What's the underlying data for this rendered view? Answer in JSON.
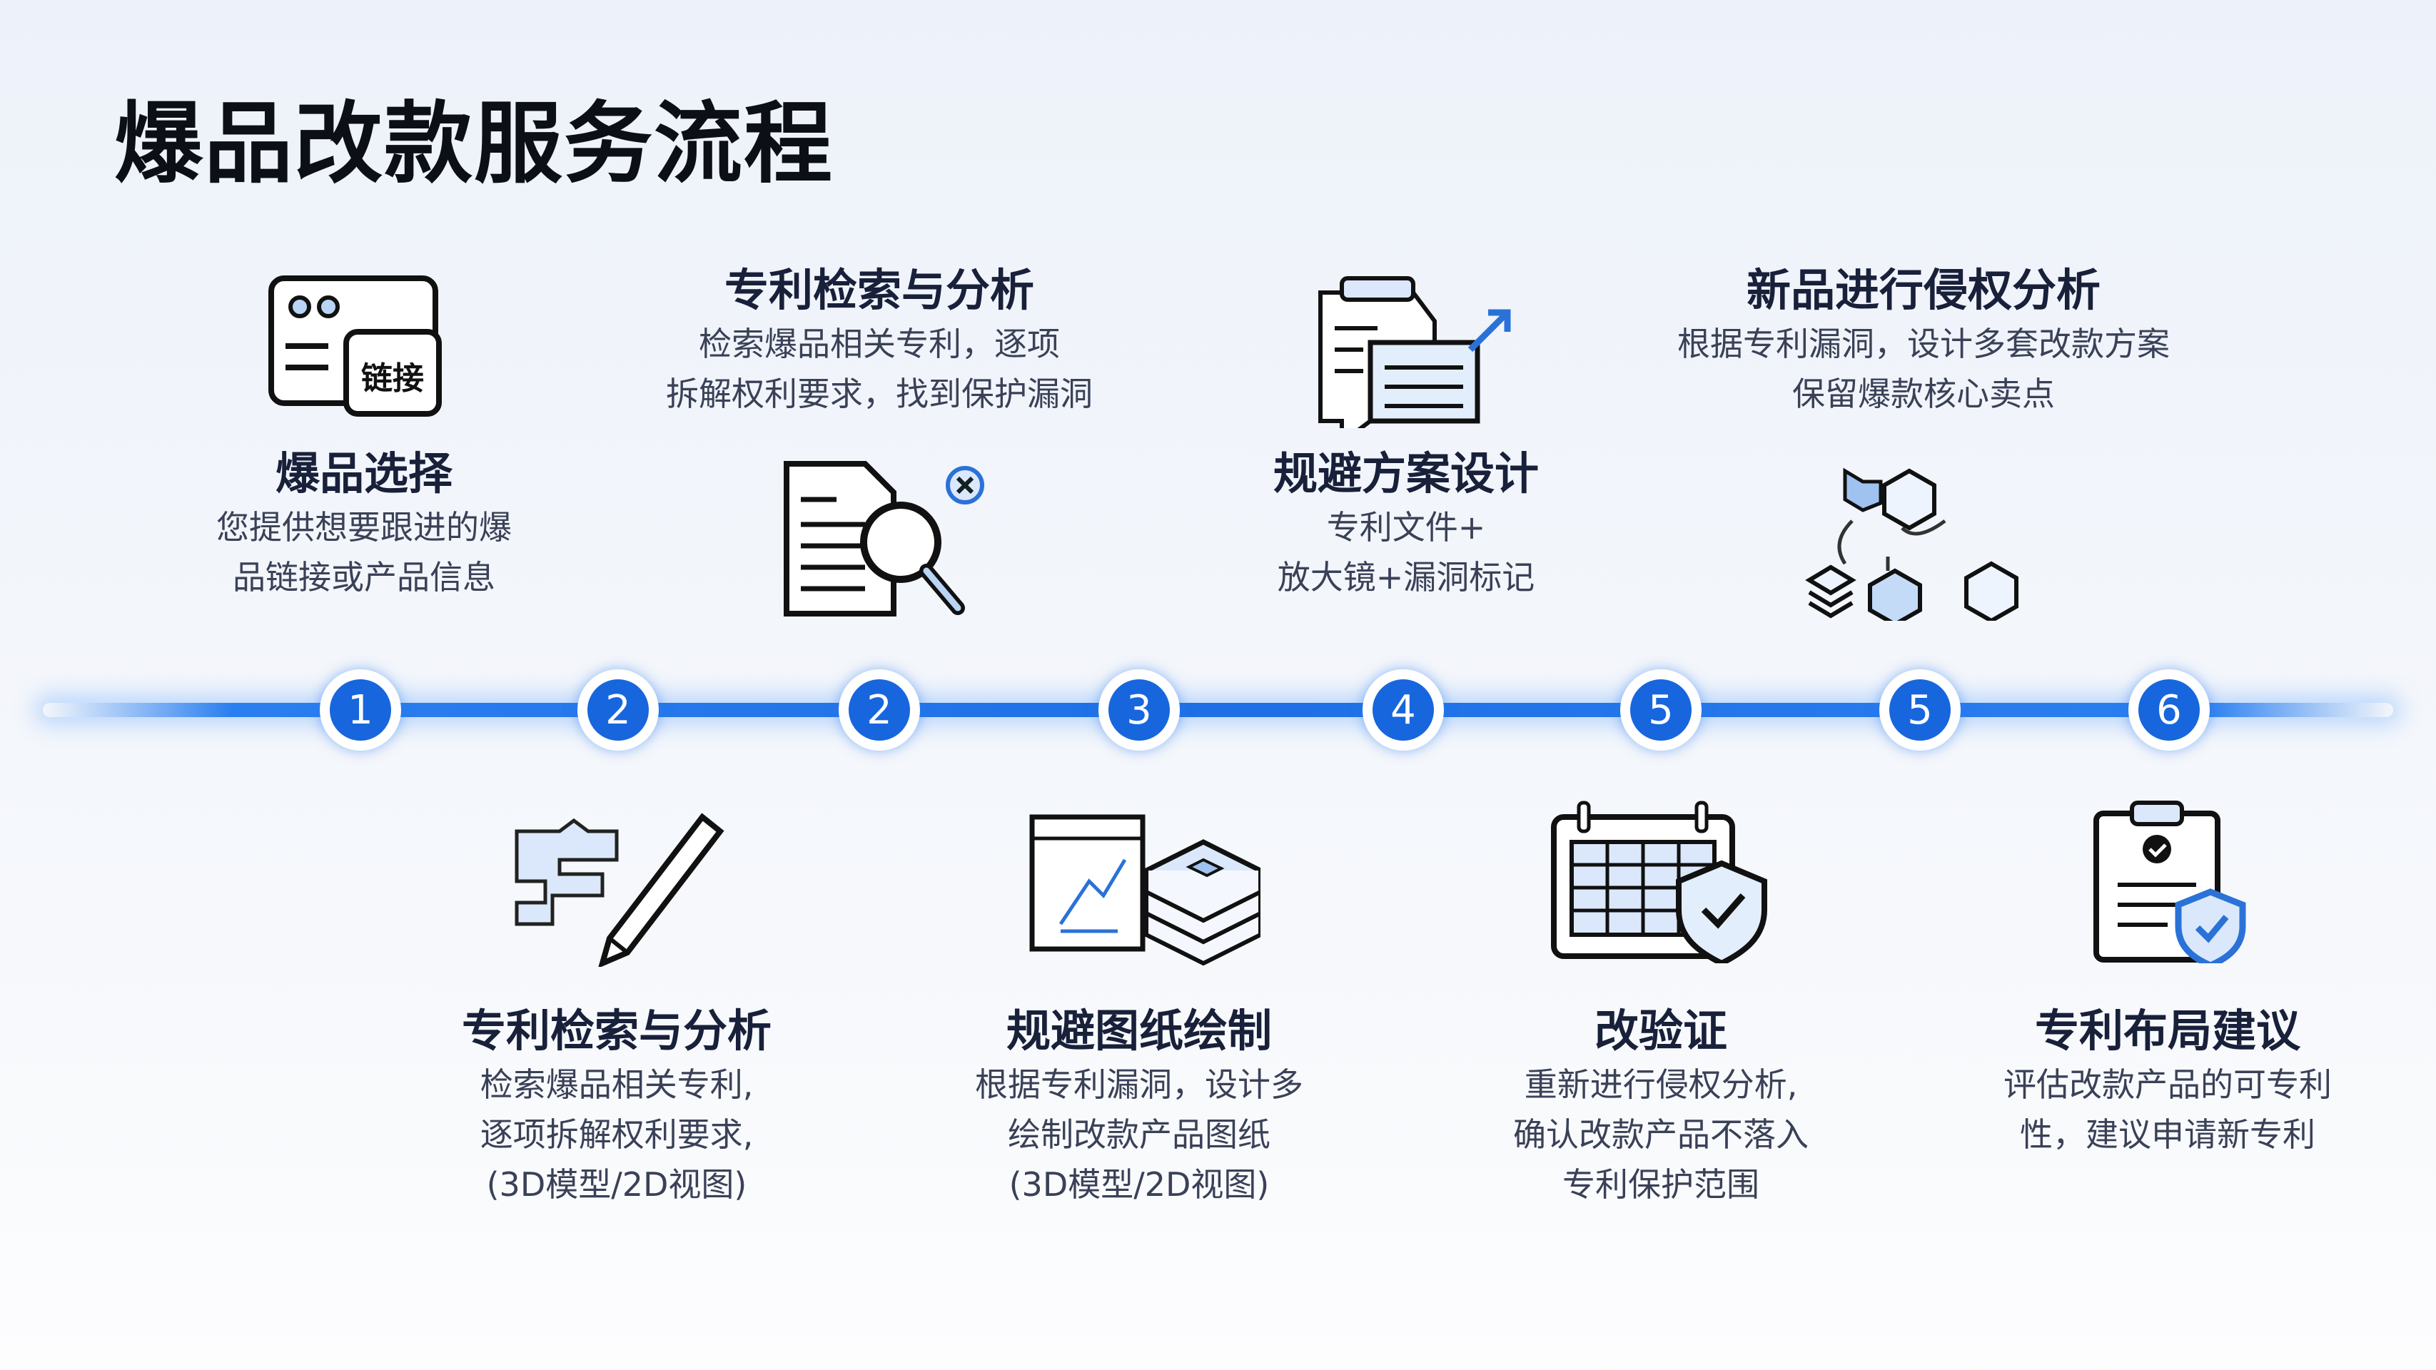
{
  "title": "爆品改款服务流程",
  "steps": [
    "1",
    "2",
    "2",
    "3",
    "4",
    "5",
    "5",
    "6"
  ],
  "top": [
    {
      "title": "爆品选择",
      "lines": [
        "您提供想要跟进的爆",
        "品链接或产品信息"
      ],
      "icon_label": "链接"
    },
    {
      "title": "专利检索与分析",
      "lines": [
        "检索爆品相关专利，逐项",
        "拆解权利要求，找到保护漏洞"
      ]
    },
    {
      "title": "规避方案设计",
      "lines": [
        "专利文件+",
        "放大镜+漏洞标记"
      ]
    },
    {
      "title": "新品进行侵权分析",
      "lines": [
        "根据专利漏洞，设计多套改款方案",
        "保留爆款核心卖点"
      ]
    }
  ],
  "bottom": [
    {
      "title": "专利检索与分析",
      "lines": [
        "检索爆品相关专利,",
        "逐项拆解权利要求,",
        "(3D模型/2D视图)"
      ]
    },
    {
      "title": "规避图纸绘制",
      "lines": [
        "根据专利漏洞，设计多",
        "绘制改款产品图纸",
        "(3D模型/2D视图)"
      ]
    },
    {
      "title": "改验证",
      "lines": [
        "重新进行侵权分析,",
        "确认改款产品不落入",
        "专利保护范围"
      ]
    },
    {
      "title": "专利布局建议",
      "lines": [
        "评估改款产品的可专利",
        "性，建议申请新专利"
      ]
    }
  ],
  "colors": {
    "accent": "#1766de",
    "light": "#bcd6f7",
    "ink": "#141c33"
  }
}
